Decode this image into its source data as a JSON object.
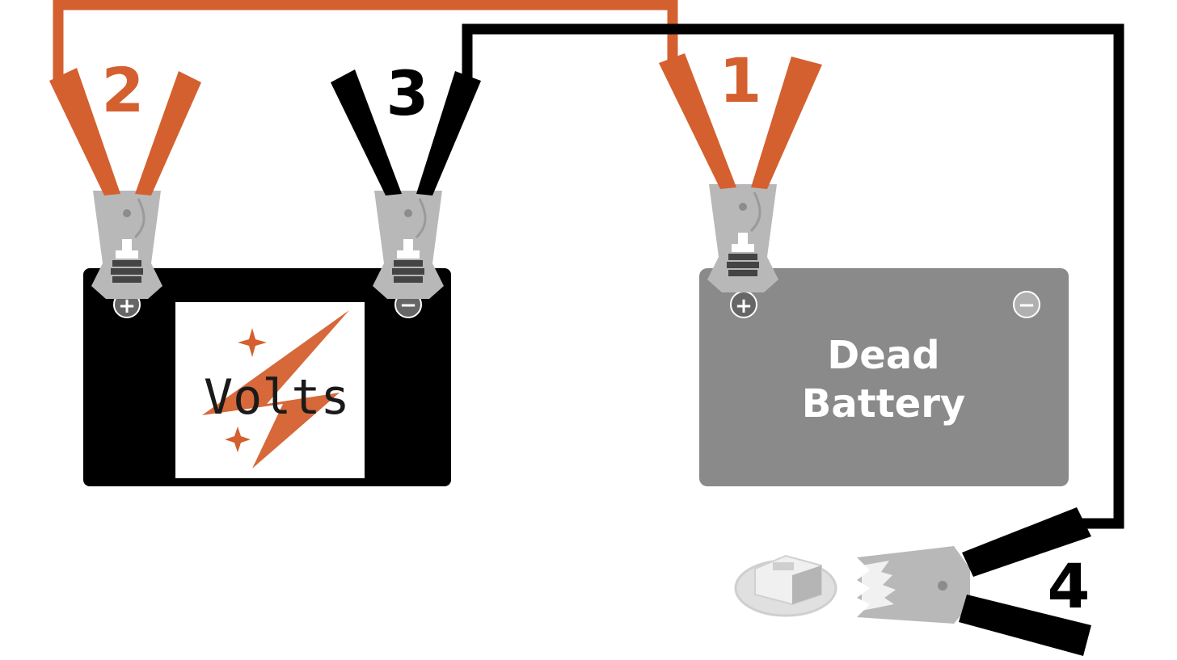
{
  "colors": {
    "positive_cable": "#d4602f",
    "negative_cable": "#000000",
    "clamp_metal": "#b8b8b8",
    "good_battery": "#000000",
    "dead_battery": "#8a8a8a",
    "background": "#ffffff"
  },
  "steps": [
    {
      "number": "1",
      "color": "#d4602f"
    },
    {
      "number": "2",
      "color": "#d4602f"
    },
    {
      "number": "3",
      "color": "#000000"
    },
    {
      "number": "4",
      "color": "#000000"
    }
  ],
  "good_battery": {
    "logo_text": "Volts",
    "positive_sign": "+",
    "negative_sign": "−"
  },
  "dead_battery": {
    "label_line1": "Dead",
    "label_line2": "Battery",
    "positive_sign": "+",
    "negative_sign": "−"
  },
  "icons": {
    "ground_bolt": "hex-bolt-icon",
    "bolt_logo": "lightning-bolt-icon"
  }
}
